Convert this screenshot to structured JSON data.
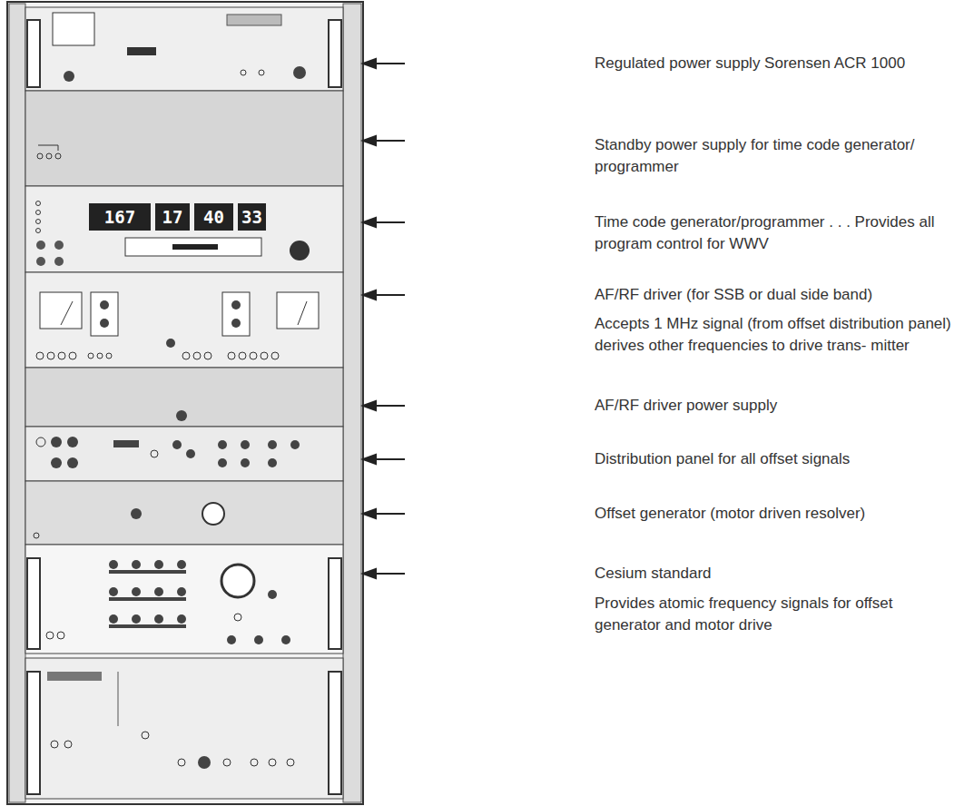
{
  "diagram": {
    "labels": [
      "Regulated power supply Sorensen ACR 1000",
      "Standby power supply for time code generator/ programmer",
      "Time code generator/programmer . . . Provides all program control for WWV",
      "AF/RF driver (for SSB or dual side band)",
      "Accepts 1 MHz signal (from offset distribution panel) derives other frequencies to drive trans- mitter",
      "AF/RF driver power supply",
      "Distribution panel for all offset signals",
      "Offset generator (motor driven resolver)",
      "Cesium standard",
      "Provides atomic frequency signals for offset generator and motor drive",
      "167",
      "17",
      "40",
      "33"
    ]
  }
}
